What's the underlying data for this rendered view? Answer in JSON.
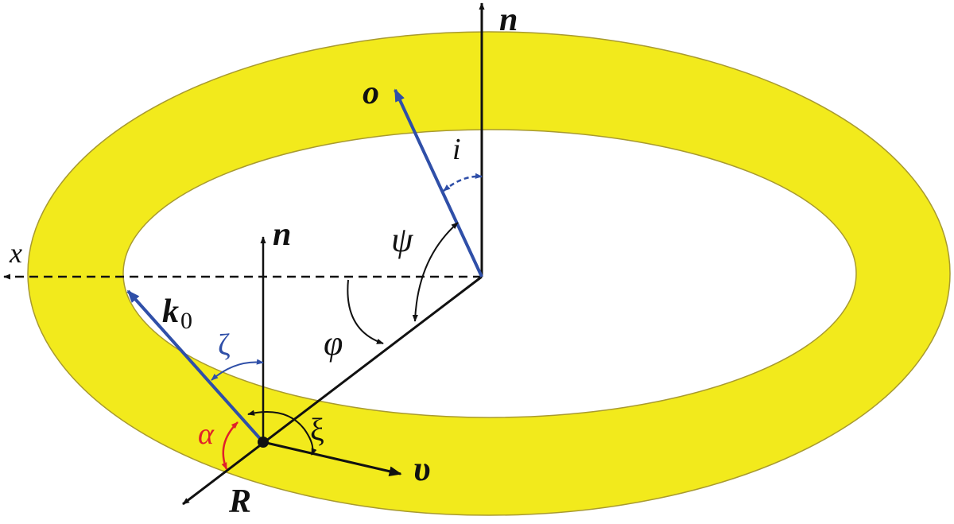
{
  "colors": {
    "ring_fill": "#f2ea1c",
    "ring_edge": "#a89a30",
    "black": "#111111",
    "blue": "#2f4fa8",
    "red": "#e0202a"
  },
  "labels": {
    "n_top": "n",
    "n_local": "n",
    "o": "o",
    "i": "i",
    "psi": "ψ",
    "phi": "φ",
    "x": "x",
    "k": "k",
    "k_sub": "0",
    "zeta": "ζ",
    "xi": "ξ",
    "alpha": "α",
    "R": "R",
    "v": "υ"
  }
}
